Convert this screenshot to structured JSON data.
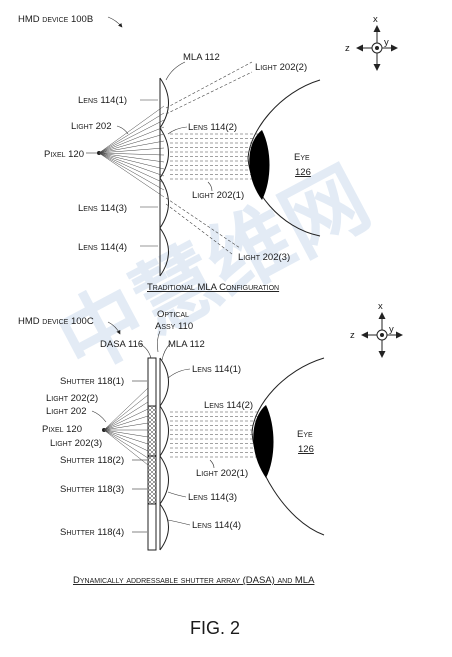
{
  "top": {
    "device_label": "HMD device 100B",
    "mla_label": "MLA 112",
    "lens_1": "Lens 114(1)",
    "lens_2": "Lens 114(2)",
    "lens_3": "Lens 114(3)",
    "lens_4": "Lens 114(4)",
    "light": "Light 202",
    "light_1": "Light 202(1)",
    "light_2": "Light 202(2)",
    "light_3": "Light 202(3)",
    "pixel": "Pixel 120",
    "eye": "Eye",
    "eye_num": "126",
    "caption": "Traditional MLA Configuration",
    "axis_x": "x",
    "axis_y": "y",
    "axis_z": "z"
  },
  "bottom": {
    "device_label": "HMD device 100C",
    "optical_1": "Optical",
    "optical_2": "Assy 110",
    "dasa": "DASA 116",
    "mla_label": "MLA 112",
    "shutter_1": "Shutter 118(1)",
    "shutter_2": "Shutter 118(2)",
    "shutter_3": "Shutter 118(3)",
    "shutter_4": "Shutter 118(4)",
    "light": "Light 202",
    "light_1": "Light 202(1)",
    "light_2": "Light 202(2)",
    "light_3": "Light 202(3)",
    "pixel": "Pixel 120",
    "lens_1": "Lens 114(1)",
    "lens_2": "Lens 114(2)",
    "lens_3": "Lens 114(3)",
    "lens_4": "Lens 114(4)",
    "eye": "Eye",
    "eye_num": "126",
    "caption": "Dynamically addressable shutter array (DASA) and MLA",
    "axis_x": "x",
    "axis_y": "y",
    "axis_z": "z"
  },
  "figure_label": "FIG. 2",
  "watermark": "中慧维网",
  "colors": {
    "line": "#222222",
    "eye_fill": "#000000",
    "watermark": "#2d6db6"
  }
}
